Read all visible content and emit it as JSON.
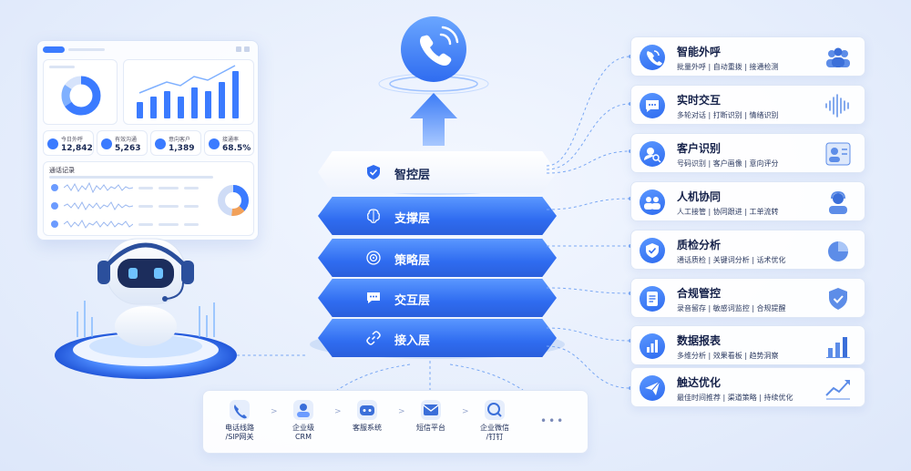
{
  "dashboard": {
    "stats": [
      {
        "label": "今日外呼",
        "value": "12,842"
      },
      {
        "label": "有效沟通",
        "value": "5,263"
      },
      {
        "label": "意向客户",
        "value": "1,389"
      },
      {
        "label": "接通率",
        "value": "68.5%"
      }
    ],
    "call_records_title": "通话记录"
  },
  "stack": {
    "top_layer": "智控层",
    "layers": [
      {
        "label": "支撑层"
      },
      {
        "label": "策略层"
      },
      {
        "label": "交互层"
      },
      {
        "label": "接入层"
      }
    ]
  },
  "capabilities": [
    {
      "title": "智能外呼",
      "subtitle": "批量外呼 | 自动重拨 | 接通检测",
      "icon": "phone-icon"
    },
    {
      "title": "实时交互",
      "subtitle": "多轮对话 | 打断识别 | 情绪识别",
      "icon": "chat-icon"
    },
    {
      "title": "客户识别",
      "subtitle": "号码识别 | 客户画像 | 意向评分",
      "icon": "user-search-icon"
    },
    {
      "title": "人机协同",
      "subtitle": "人工接管 | 协同跟进 | 工单流转",
      "icon": "team-icon"
    },
    {
      "title": "质检分析",
      "subtitle": "通话质检 | 关键词分析 | 话术优化",
      "icon": "shield-check-icon"
    },
    {
      "title": "合规管控",
      "subtitle": "录音留存 | 敏感词监控 | 合规提醒",
      "icon": "document-icon"
    },
    {
      "title": "数据报表",
      "subtitle": "多维分析 | 效果看板 | 趋势洞察",
      "icon": "bar-chart-icon"
    },
    {
      "title": "触达优化",
      "subtitle": "最佳时间推荐 | 渠道策略 | 持续优化",
      "icon": "paper-plane-icon"
    }
  ],
  "integrations": [
    {
      "label": "电话线路\n/SIP网关",
      "icon": "phone-line-icon"
    },
    {
      "label": "企业级\nCRM",
      "icon": "crm-icon"
    },
    {
      "label": "客服系统",
      "icon": "service-icon"
    },
    {
      "label": "短信平台",
      "icon": "sms-icon"
    },
    {
      "label": "企业微信\n/钉钉",
      "icon": "wechat-icon"
    }
  ],
  "integrations_more": "•••",
  "colors": {
    "accent": "#2f6cf0",
    "accent_light": "#5a97ff",
    "text": "#1a2a55"
  }
}
